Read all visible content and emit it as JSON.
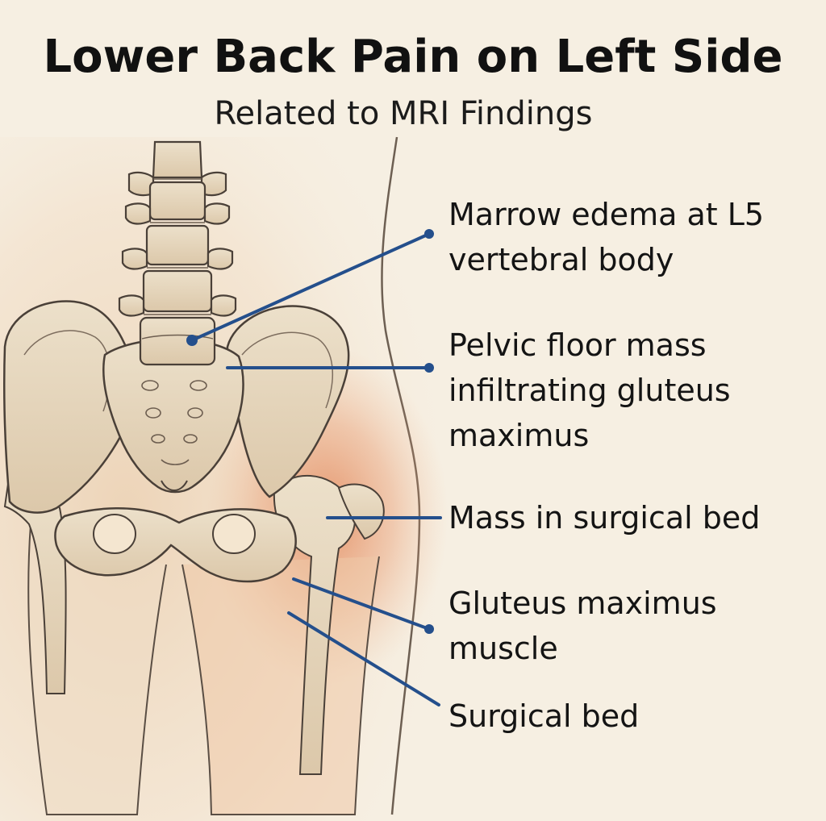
{
  "header": {
    "title": "Lower Back Pain on Left Side",
    "subtitle": "Related to MRI Findings"
  },
  "labels": [
    {
      "lines": [
        "Marrow edema at L5",
        "vertebral body"
      ]
    },
    {
      "lines": [
        "Pelvic floor mass",
        "infiltrating gluteus",
        "maximus"
      ]
    },
    {
      "lines": [
        "Mass in surgical bed"
      ]
    },
    {
      "lines": [
        "Gluteus maximus",
        "muscle"
      ]
    },
    {
      "lines": [
        "Surgical bed"
      ]
    }
  ],
  "colors": {
    "background": "#f6efe2",
    "bone_fill": "#e4d4ba",
    "outline": "#4a4038",
    "inflammation": "#e07a4a",
    "leader_line": "#244f8c"
  }
}
